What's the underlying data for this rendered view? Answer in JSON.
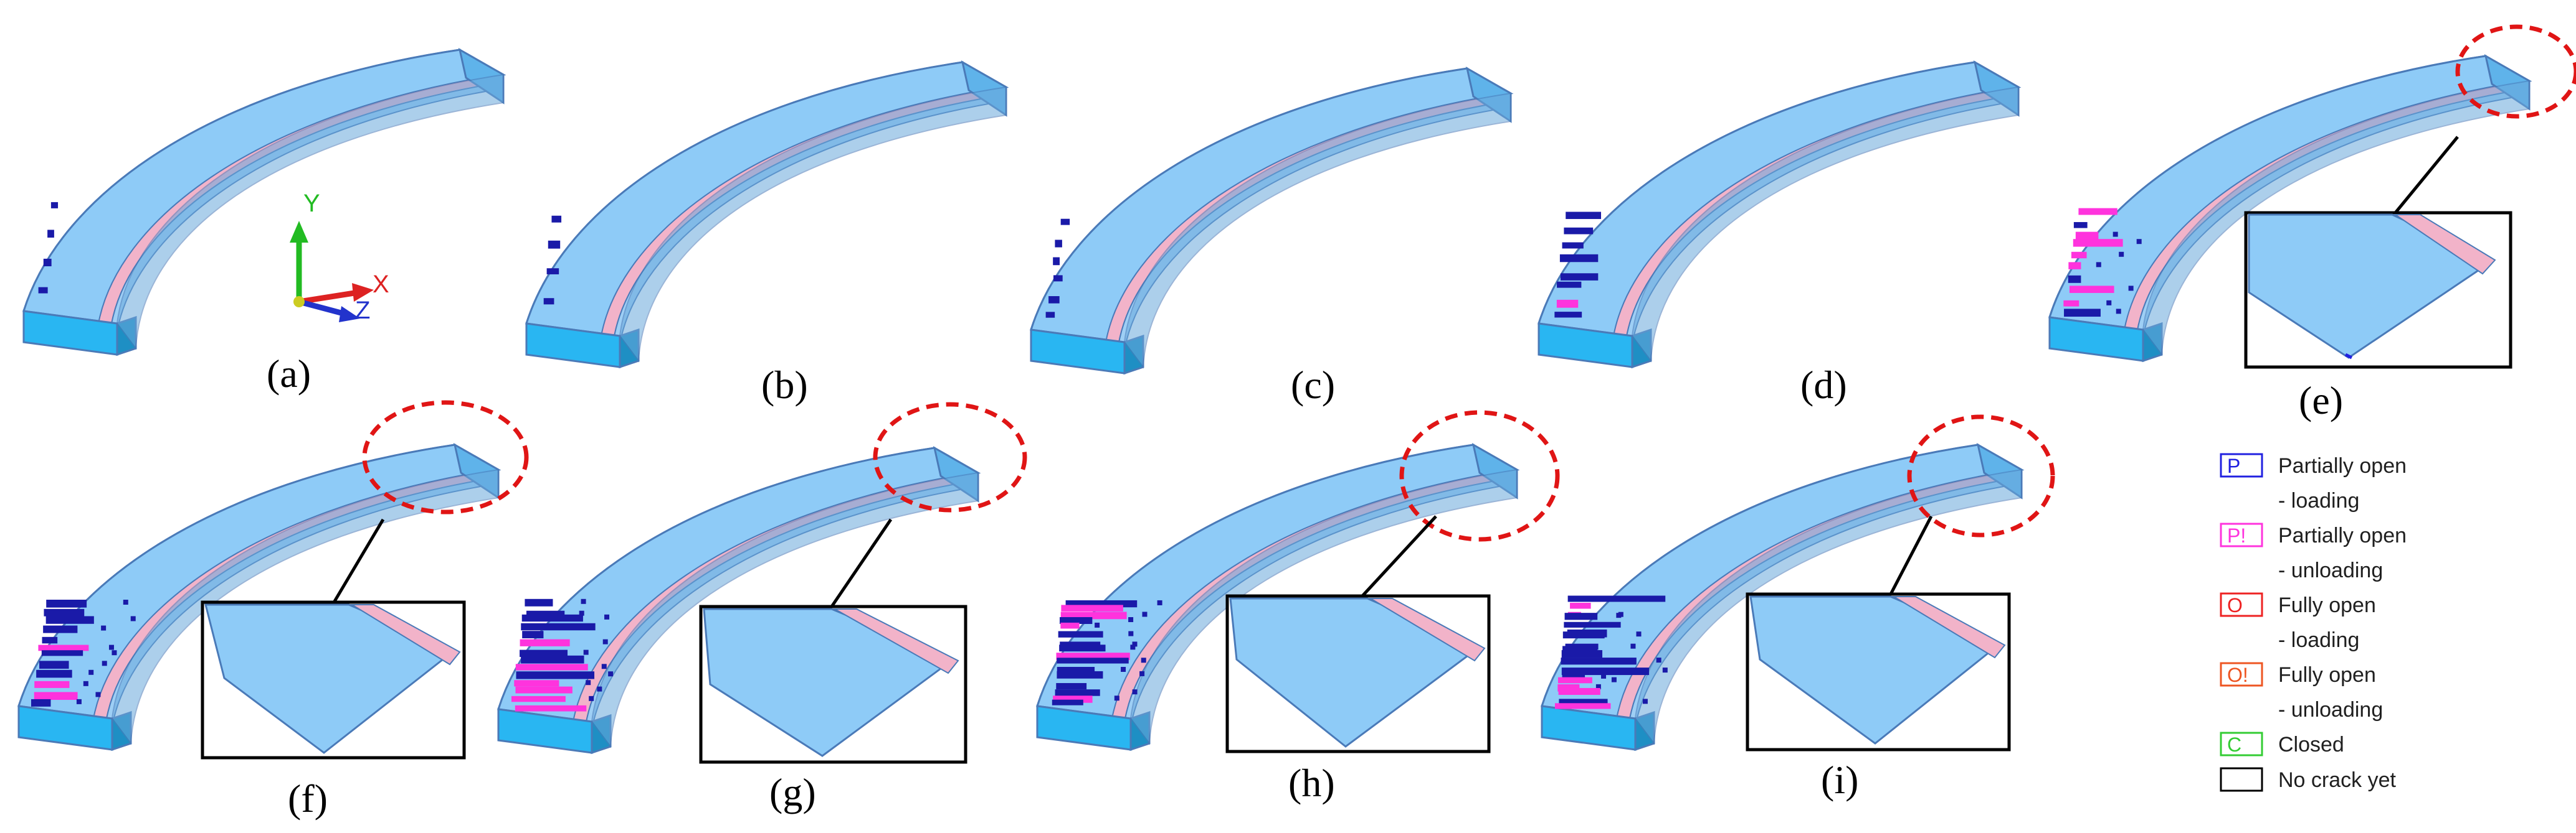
{
  "panels": [
    {
      "label": "(a)",
      "damage_level": 1,
      "has_inset": false
    },
    {
      "label": "(b)",
      "damage_level": 1,
      "has_inset": false
    },
    {
      "label": "(c)",
      "damage_level": 2,
      "has_inset": false
    },
    {
      "label": "(d)",
      "damage_level": 3,
      "has_inset": false
    },
    {
      "label": "(e)",
      "damage_level": 4,
      "has_inset": true
    },
    {
      "label": "(f)",
      "damage_level": 5,
      "has_inset": true
    },
    {
      "label": "(g)",
      "damage_level": 6,
      "has_inset": true
    },
    {
      "label": "(h)",
      "damage_level": 7,
      "has_inset": true
    },
    {
      "label": "(i)",
      "damage_level": 8,
      "has_inset": true
    }
  ],
  "axes": {
    "x": "X",
    "y": "Y",
    "z": "Z"
  },
  "legend": [
    {
      "code": "P",
      "lines": [
        "Partially open",
        "- loading"
      ],
      "color": "#2020e0"
    },
    {
      "code": "P!",
      "lines": [
        "Partially open",
        "- unloading"
      ],
      "color": "#ff33dd"
    },
    {
      "code": "O",
      "lines": [
        "Fully open",
        "- loading"
      ],
      "color": "#ee2222"
    },
    {
      "code": "O!",
      "lines": [
        "Fully open",
        "- unloading"
      ],
      "color": "#ee5522"
    },
    {
      "code": "C",
      "lines": [
        "Closed"
      ],
      "color": "#33cc33"
    },
    {
      "code": "",
      "lines": [
        "No crack yet"
      ],
      "color": "#000000"
    }
  ],
  "colors": {
    "top_surface": "#8ecbf7",
    "front_face": "#29b6f2",
    "stripe": "#f2b3c9",
    "edge": "#4a7ab8",
    "highlight_circle": "#e01515",
    "crack_partial": "#1a1aa8",
    "crack_unloading": "#ff33dd"
  }
}
